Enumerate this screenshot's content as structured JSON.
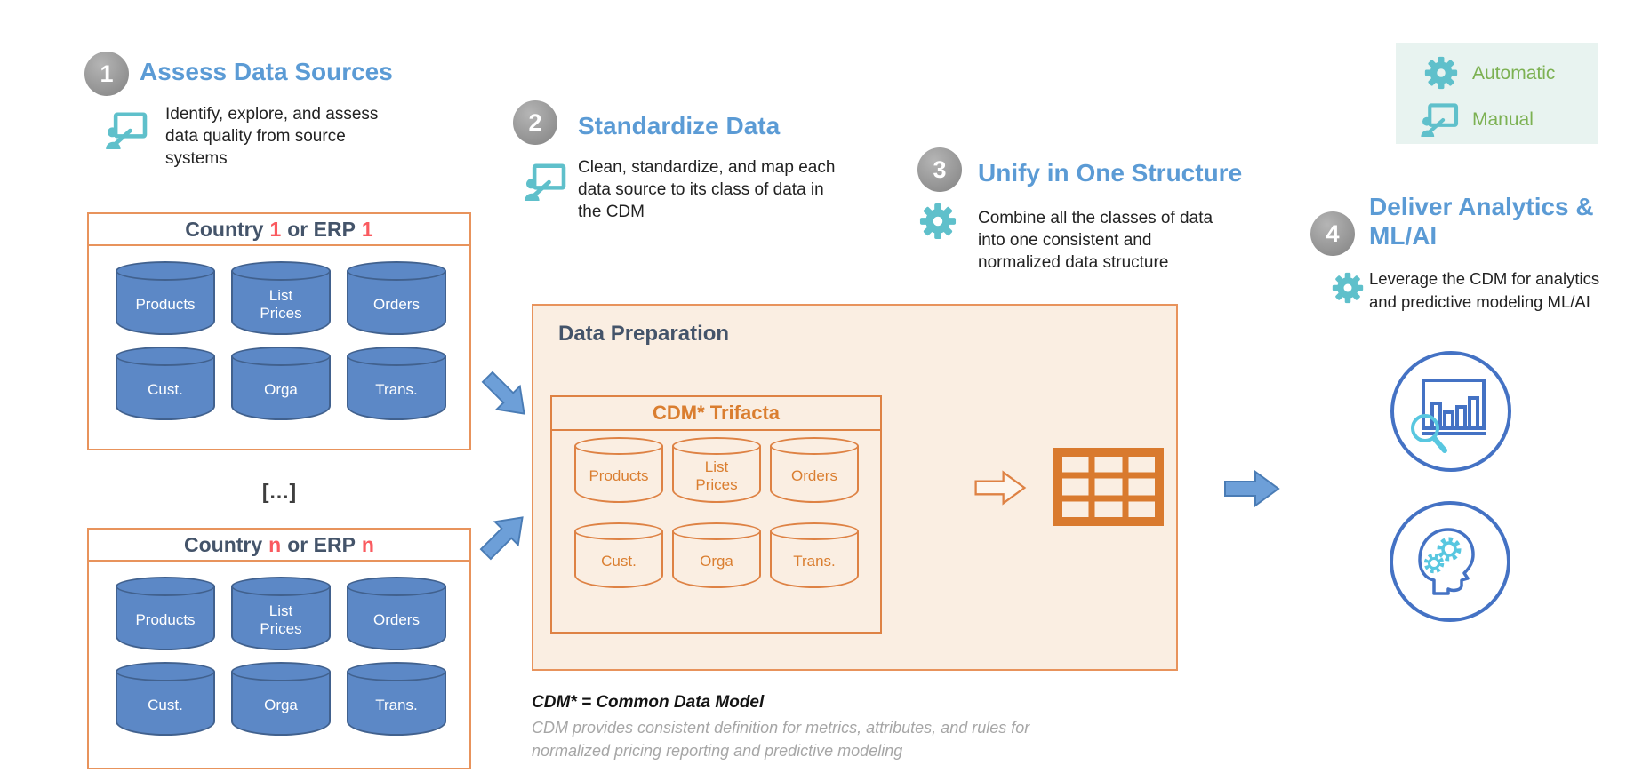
{
  "legend": {
    "items": [
      {
        "icon": "gear-icon",
        "label": "Automatic"
      },
      {
        "icon": "person-at-whiteboard-icon",
        "label": "Manual"
      }
    ]
  },
  "steps": [
    {
      "number": "1",
      "title": "Assess Data Sources",
      "mode": "manual",
      "description": "Identify, explore, and assess\ndata quality from source\nsystems"
    },
    {
      "number": "2",
      "title": "Standardize Data",
      "mode": "manual",
      "description": "Clean, standardize, and map each\ndata source to its class of data in\nthe CDM"
    },
    {
      "number": "3",
      "title": "Unify in One Structure",
      "mode": "automatic",
      "description": "Combine all the classes of data\ninto one consistent and\nnormalized data structure"
    },
    {
      "number": "4",
      "title": "Deliver Analytics &\nML/AI",
      "mode": "automatic",
      "description": "Leverage the CDM for analytics\nand predictive modeling ML/AI"
    }
  ],
  "source_boxes": [
    {
      "title": {
        "prefix": "Country",
        "num1": "1",
        "middle": "or ERP",
        "num2": "1"
      },
      "cylinders": [
        "Products",
        "List\nPrices",
        "Orders",
        "Cust.",
        "Orga",
        "Trans."
      ]
    },
    {
      "title": {
        "prefix": "Country",
        "num1": "n",
        "middle": "or ERP",
        "num2": "n"
      },
      "cylinders": [
        "Products",
        "List\nPrices",
        "Orders",
        "Cust.",
        "Orga",
        "Trans."
      ]
    }
  ],
  "ellipsis_label": "[…]",
  "data_preparation": {
    "title": "Data Preparation",
    "cdm_title": "CDM* Trifacta",
    "cylinders": [
      "Products",
      "List\nPrices",
      "Orders",
      "Cust.",
      "Orga",
      "Trans."
    ]
  },
  "footnote": {
    "title": "CDM* = Common Data Model",
    "body": "CDM provides consistent definition for metrics, attributes, and rules for\nnormalized pricing reporting and predictive modeling"
  },
  "icons": {
    "manual": "person-at-whiteboard-icon",
    "automatic": "gear-icon",
    "analytics_circle": "bar-chart-with-magnifier-icon",
    "ml_ai_circle": "head-with-gears-icon",
    "table": "table-grid-icon",
    "flow": "block-arrow-icon"
  },
  "colors": {
    "heading_blue": "#5b9bd5",
    "navy": "#44546a",
    "orange": "#de8244",
    "peach_bg": "#faeee2",
    "teal": "#5fc0cb",
    "cyan": "#58c7e0",
    "green": "#7cb152",
    "red": "#fa5a5f",
    "cylinder_blue": "#5c88c6",
    "arrow_blue": "#6d9fd8",
    "circle_stroke": "#4472c4",
    "legend_bg": "#e8f3f0"
  }
}
